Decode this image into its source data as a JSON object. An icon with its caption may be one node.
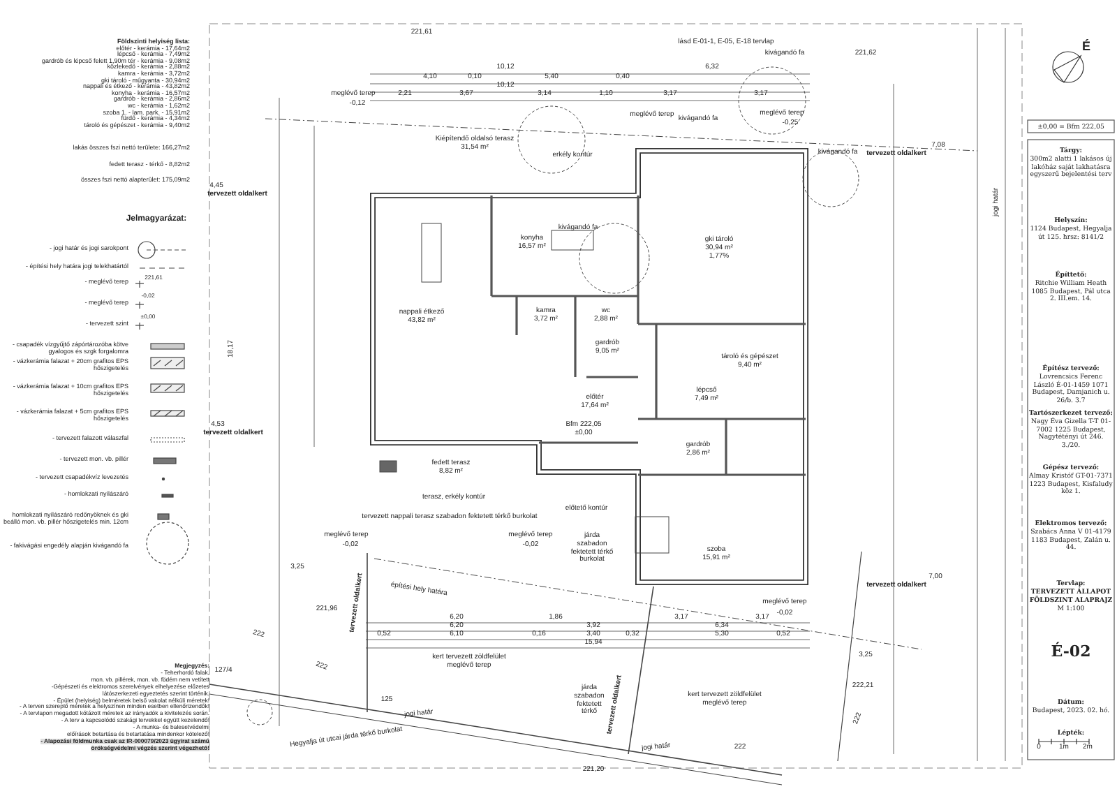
{
  "diagram": {
    "nodes": [
      {
        "text": [
          "Kiépítendő oldalsó terasz",
          "31,54 m²"
        ]
      },
      {
        "text": [
          "konyha",
          "16,57 m²"
        ]
      },
      {
        "text": [
          "gki tároló",
          "30,94 m²",
          "1,77%"
        ]
      },
      {
        "text": [
          "nappali étkező",
          "43,82 m²"
        ]
      },
      {
        "text": [
          "kamra",
          "3,72 m²"
        ]
      },
      {
        "text": [
          "wc",
          "2,88 m²"
        ]
      },
      {
        "text": [
          "gardrób",
          "9,05 m²"
        ]
      },
      {
        "text": [
          "előtér",
          "17,64 m²"
        ]
      },
      {
        "text": [
          "lépcső",
          "7,49 m²"
        ]
      },
      {
        "text": [
          "tároló és gépészet",
          "9,40 m²"
        ]
      },
      {
        "text": [
          "gardrób",
          "2,86 m²"
        ]
      },
      {
        "text": [
          "fedett terasz",
          "8,82 m²"
        ]
      },
      {
        "text": [
          "szoba",
          "15,91 m²"
        ]
      },
      {
        "text": [
          "járda szabadon fektetett térkő burkolat"
        ]
      },
      {
        "text": [
          "kert tervezett zöldfelület meglévő terep"
        ]
      },
      {
        "text": [
          "járda szabadon fektetett térkő"
        ]
      },
      {
        "text": [
          "kert tervezett zöldfelület meglévő terep"
        ]
      }
    ],
    "labels": [
      "Földszinti helyiség lista:",
      "előtér - kerámia - 17,64m2",
      "lépcső - kerámia - 7,49m2",
      "gardrób és lépcső felett 1,90m tér - kerámia - 9,08m2",
      "közlekedő - kerámia - 2,88m2",
      "kamra - kerámia - 3,72m2",
      "gki tároló - műgyanta - 30,94m2",
      "nappali és étkező - kerámia - 43,82m2",
      "konyha - kerámia - 16,57m2",
      "gardrób - kerámia - 2,86m2",
      "wc - kerámia - 1,62m2",
      "szoba 1. - lam. park. - 15,91m2",
      "fürdő - kerámia - 4,34m2",
      "tároló és gépészet - kerámia - 9,40m2",
      "lakás összes fszi nettó területe: 166,27m2",
      "fedett terasz - térkő - 8,82m2",
      "összes fszi nettó alapterület: 175,09m2",
      "Jelmagyarázat:",
      "221,61",
      "-0,02",
      "±0,00",
      "Megjegyzés:",
      "- Teherhordó falak,",
      "mon. vb. pillérek, mon. vb. födém nem vetített",
      "-Gépészeti és elektromos szerelvények elhelyezése előzetes",
      "látószerkezeti egyeztetés szerint történik.",
      "- Épület (helyiség) belméretek belső vakolat nélküli méretek!",
      "- A terven szereplő méretek a helyszínen minden esetben ellenőrizendők!",
      "- A tervlapon megadott kótázott méretek az irányadók a kivitelezés során.",
      "- A terv a kapcsolódó szakági tervekkel együtt kezelendő!",
      "- A munka- és balesetvédelmi",
      "előírások betartása és betartatása mindenkor kötelező!",
      "- Alapozási földmunka csak az IR-000079/2023 ügyirat számú",
      "örökségvédelmi végzés szerint végezhető!",
      "±0,00 = Bfm 222,05",
      "Tárgy:",
      "300m2 alatti 1 lakásos új lakóház saját lakhatásra egyszerű bejelentési terv",
      "Helyszín:",
      "1124 Budapest, Hegyalja út 125. hrsz: 8141/2",
      "Építtető:",
      "Ritchie William Heath 1085 Budapest, Pál utca 2. III.em. 14.",
      "Építész tervező:",
      "Lovrencsics Ferenc László É-01-1459 1071 Budapest, Damjanich u. 26/b. 3.7",
      "Tartószerkezet tervező:",
      "Nagy Éva Gizella T-T 01-7002 1225 Budapest, Nagytétényi út 246. 3./20.",
      "Gépész tervező:",
      "Almay Kristóf GT-01-7371 1223 Budapest, Kisfaludy köz 1.",
      "Elektromos tervező:",
      "Szabács Anna V 01-4179 1183 Budapest, Zalán u. 44.",
      "Tervlap:",
      "TERVEZETT ÁLLAPOT FÖLDSZINT ALAPRAJZ",
      "M 1:100",
      "É-02",
      "Dátum:",
      "Budapest, 2023. 02. hó.",
      "Lépték:",
      "0",
      "1m",
      "2m",
      "É",
      "tervezett oldalkert",
      "4,45",
      "tervezett oldalkert",
      "4,53",
      "tervezett oldalkert",
      "7,08",
      "tervezett oldalkert",
      "7,00",
      "tervezett oldalkert",
      "tervezett oldalkert",
      "meglévő terep",
      "-0,12",
      "kivágandó fa",
      "kivágandó fa",
      "kivágandó fa",
      "kivágandó fa",
      "meglévő terep",
      "-0,25",
      "meglévő terep",
      "jogi határ",
      "221,61",
      "221,62",
      "10,12",
      "4,10",
      "0,10",
      "5,40",
      "0,40",
      "6,32",
      "10,12",
      "2,21",
      "3,67",
      "3,14",
      "1,10",
      "3,17",
      "3,17",
      "6,20",
      "1,86",
      "3,17",
      "6,34",
      "3,17",
      "6,20",
      "3,92",
      "0,52",
      "6,10",
      "0,16",
      "3,40",
      "0,32",
      "5,30",
      "0,52",
      "15,94",
      "Hegyalja út utcai járda térkő burkolat",
      "125",
      "127/4",
      "222",
      "222",
      "222",
      "222",
      "építési hely határa",
      "jogi határ",
      "jogi határ",
      "3,25",
      "3,25",
      "meglévő terep",
      "-0,02",
      "meglévő terep",
      "-0,02",
      "meglévő terep",
      "-0,02",
      "tervezett nappali terasz szabadon fektetett térkő burkolat",
      "terasz, erkély kontúr",
      "előtető kontúr",
      "Bfm 222,05",
      "±0,00",
      "erkély kontúr",
      "lásd E-01-1, E-05, E-18 tervlap",
      "18,17",
      "221,96",
      "221,20",
      "222,21"
    ],
    "legend": [
      {
        "text": "- jogi határ és jogi sarokpont"
      },
      {
        "text": "- építési hely határa jogi telekhatártól"
      },
      {
        "text": "- meglévő terep"
      },
      {
        "text": "- meglévő terep"
      },
      {
        "text": "- tervezett szint"
      },
      {
        "text": "- csapadék vízgyűjtő zápórtározóba kötve gyalogos és szgk forgalomra"
      },
      {
        "text": "- vázkerámia falazat + 20cm grafitos EPS hőszigetelés"
      },
      {
        "text": "- vázkerámia falazat + 10cm grafitos EPS hőszigetelés"
      },
      {
        "text": "- vázkerámia falazat + 5cm grafitos EPS hőszigetelés"
      },
      {
        "text": "- tervezett falazott válaszfal"
      },
      {
        "text": "- tervezett mon. vb. pillér"
      },
      {
        "text": "- tervezett csapadékvíz levezetés"
      },
      {
        "text": "- homlokzati nyílászáró"
      },
      {
        "text": "homlokzati nyílászáró redőnyöknek és gki beálló mon. vb. pillér hőszigetelés min. 12cm"
      },
      {
        "text": "- fakivágási engedély alapján kivágandó fa"
      }
    ]
  }
}
